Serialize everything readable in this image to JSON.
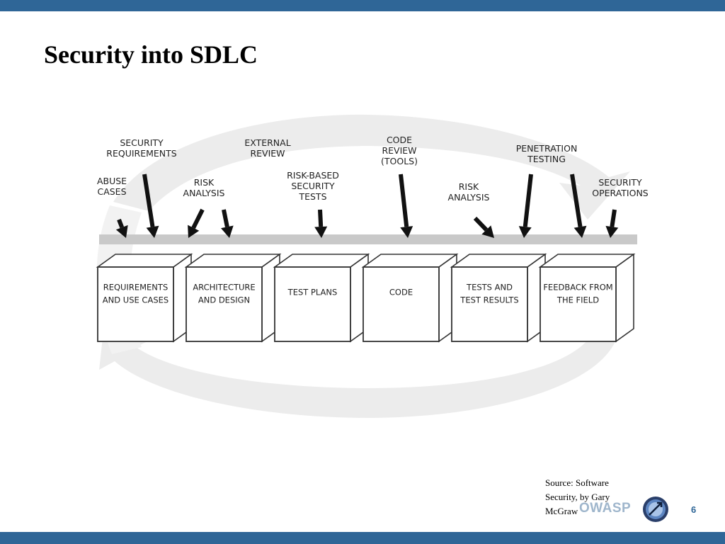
{
  "slide": {
    "title": "Security into SDLC",
    "page_number": "6"
  },
  "footer": {
    "source_lines": [
      "Source: Software",
      "Security, by Gary",
      "McGraw"
    ],
    "logo_text": "OWASP"
  },
  "diagram": {
    "phases": [
      [
        "REQUIREMENTS",
        "AND USE CASES"
      ],
      [
        "ARCHITECTURE",
        "AND DESIGN"
      ],
      [
        "TEST PLANS"
      ],
      [
        "CODE"
      ],
      [
        "TESTS AND",
        "TEST RESULTS"
      ],
      [
        "FEEDBACK FROM",
        "THE FIELD"
      ]
    ],
    "practices": [
      [
        "ABUSE",
        "CASES"
      ],
      [
        "SECURITY",
        "REQUIREMENTS"
      ],
      [
        "RISK",
        "ANALYSIS"
      ],
      [
        "EXTERNAL",
        "REVIEW"
      ],
      [
        "RISK-BASED",
        "SECURITY",
        "TESTS"
      ],
      [
        "CODE",
        "REVIEW",
        "(TOOLS)"
      ],
      [
        "RISK",
        "ANALYSIS"
      ],
      [
        "PENETRATION",
        "TESTING"
      ],
      [
        "SECURITY",
        "OPERATIONS"
      ]
    ]
  }
}
